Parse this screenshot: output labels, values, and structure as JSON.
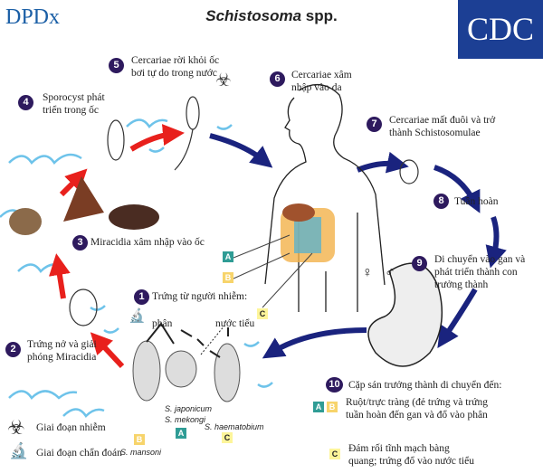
{
  "header": {
    "logo_left": "DPDx",
    "title_italic": "Schistosoma",
    "title_rest": " spp.",
    "logo_right": "CDC"
  },
  "steps": [
    {
      "num": "1",
      "lines": [
        "Trứng từ người nhiễm:"
      ]
    },
    {
      "num": "2",
      "lines": [
        "Trứng nở và giải",
        "phóng Miracidia"
      ]
    },
    {
      "num": "3",
      "lines": [
        "Miracidia xâm nhập vào ốc"
      ]
    },
    {
      "num": "4",
      "lines": [
        "Sporocyst phát",
        "triển trong ốc"
      ]
    },
    {
      "num": "5",
      "lines": [
        "Cercariae rời khỏi ốc",
        "bơi tự do trong nước"
      ]
    },
    {
      "num": "6",
      "lines": [
        "Cercariae xâm",
        "nhập vào da"
      ]
    },
    {
      "num": "7",
      "lines": [
        "Cercariae mất đuôi và trở",
        "thành Schistosomulae"
      ]
    },
    {
      "num": "8",
      "lines": [
        "Tuần hoàn"
      ]
    },
    {
      "num": "9",
      "lines": [
        "Di chuyển vào gan và",
        "phát triển thành con",
        "trưởng thành"
      ]
    },
    {
      "num": "10",
      "lines": [
        "Cặp sán trưởng thành di chuyển đến:"
      ]
    }
  ],
  "eggs": {
    "feces": "phân",
    "urine": "nước tiểu",
    "species": [
      "S. mansoni",
      "S. japonicum",
      "S. mekongi",
      "S. haematobium"
    ]
  },
  "tags": {
    "A": "A",
    "B": "B",
    "C": "C"
  },
  "destinations": {
    "ab_lines": [
      "Ruột/trực tràng (đẻ trứng và trứng",
      "tuần hoàn đến gan và đổ vào phân"
    ],
    "c_lines": [
      "Đám rối tĩnh mạch bàng",
      "quang; trứng đổ vào nước tiểu"
    ]
  },
  "sex_symbols": {
    "female": "♀",
    "male": "♂"
  },
  "legend": {
    "infective": "Giai đoạn nhiễm",
    "diagnostic": "Giai đoạn chẩn đoán"
  },
  "colors": {
    "badge": "#2e1a5e",
    "red_arrow": "#e8201c",
    "blue_arrow": "#1a237e",
    "water": "#6ec3ea",
    "tagA": "#2f9c95",
    "tagB": "#f7d46b",
    "tagC": "#fdf59a"
  }
}
